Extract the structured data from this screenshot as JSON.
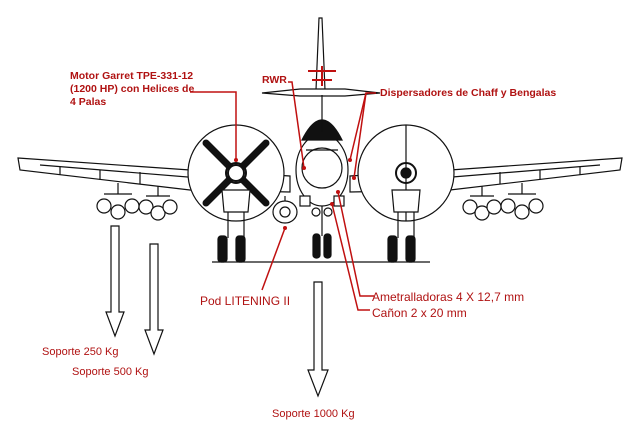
{
  "labels": {
    "engine_line1": "Motor Garret TPE-331-12",
    "engine_line2": "(1200 HP) con Helices de",
    "engine_line3": "4 Palas",
    "rwr": "RWR",
    "chaff": "Dispersadores de Chaff y Bengalas",
    "pod": "Pod LITENING II",
    "mg": "Ametralladoras  4 X 12,7 mm",
    "cannon": "Cañon 2 x 20 mm",
    "support_250": "Soporte 250 Kg",
    "support_500": "Soporte 500 Kg",
    "support_1000": "Soporte 1000 Kg"
  },
  "colors": {
    "label_red": "#b01212",
    "line_black": "#111111",
    "leader_red": "#c01010"
  }
}
